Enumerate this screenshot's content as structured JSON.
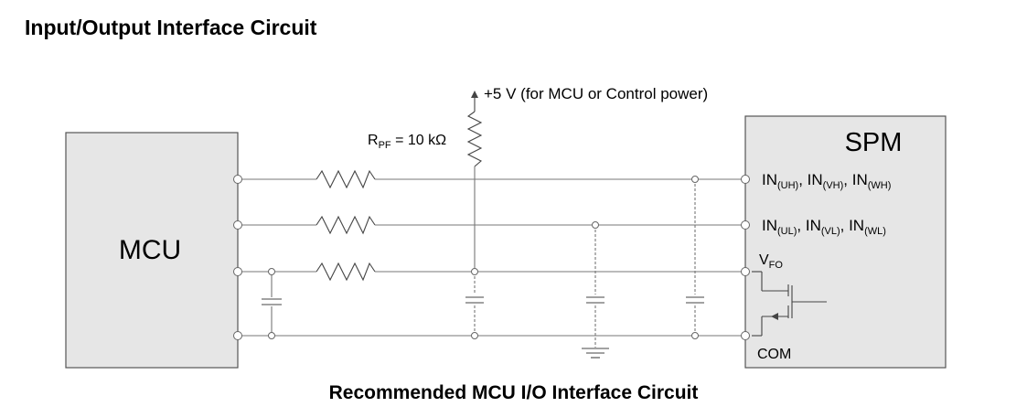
{
  "heading": "Input/Output Interface Circuit",
  "caption": "Recommended MCU I/O Interface Circuit",
  "mcu": {
    "label": "MCU"
  },
  "spm": {
    "label": "SPM",
    "pins": [
      {
        "name": "IN",
        "sub": "(UH)",
        "sep": ", "
      },
      {
        "name": "IN",
        "sub": "(VH)",
        "sep": ", "
      },
      {
        "name": "IN",
        "sub": "(WH)",
        "sep": ""
      },
      {
        "name": "IN",
        "sub": "(UL)",
        "sep": ", "
      },
      {
        "name": "IN",
        "sub": "(VL)",
        "sep": ", "
      },
      {
        "name": "IN",
        "sub": "(WL)",
        "sep": ""
      }
    ],
    "vfo": {
      "main": "V",
      "sub": "FO"
    },
    "com": "COM"
  },
  "power": {
    "label": "+5 V (for MCU or Control power)"
  },
  "pullup": {
    "main": "R",
    "sub": "PF",
    "value": " = 10 kΩ"
  },
  "colors": {
    "box_fill": "#e6e6e6",
    "box_stroke": "#555555",
    "wire": "#777777",
    "text": "#000000"
  }
}
